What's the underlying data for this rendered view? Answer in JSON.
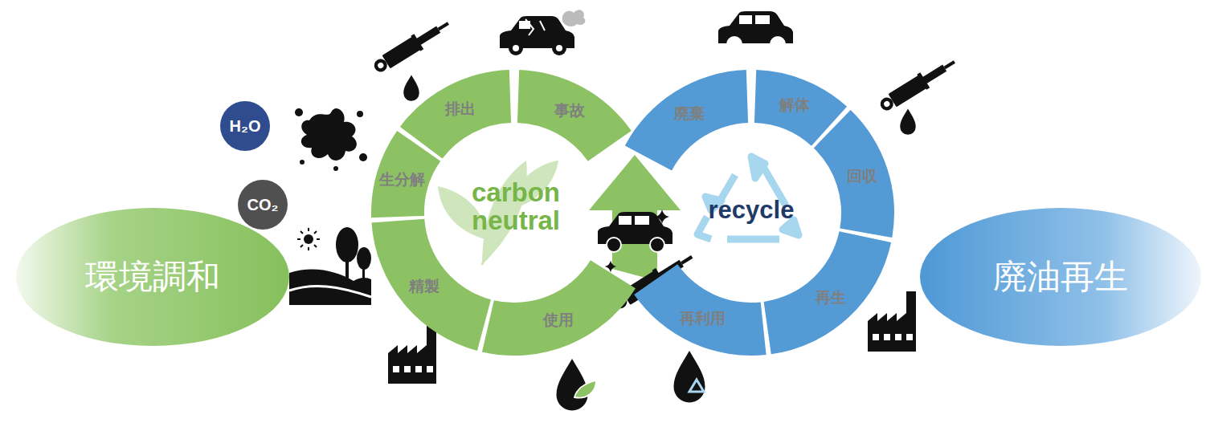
{
  "diagram": {
    "nodes": [
      {
        "text": [
          "環境調和"
        ]
      },
      {
        "text": [
          "H₂O"
        ]
      },
      {
        "text": [
          "CO₂"
        ]
      },
      {
        "text": [
          "排出"
        ]
      },
      {
        "text": [
          "事故"
        ]
      },
      {
        "text": [
          "生分解"
        ]
      },
      {
        "text": [
          "精製"
        ]
      },
      {
        "text": [
          "使用"
        ]
      },
      {
        "text": [
          "廃棄"
        ]
      },
      {
        "text": [
          "解体"
        ]
      },
      {
        "text": [
          "回収"
        ]
      },
      {
        "text": [
          "再利用"
        ]
      },
      {
        "text": [
          "再生"
        ]
      },
      {
        "text": [
          "廃油再生"
        ]
      }
    ],
    "labels": [
      "carbon neutral",
      "recycle"
    ]
  }
}
